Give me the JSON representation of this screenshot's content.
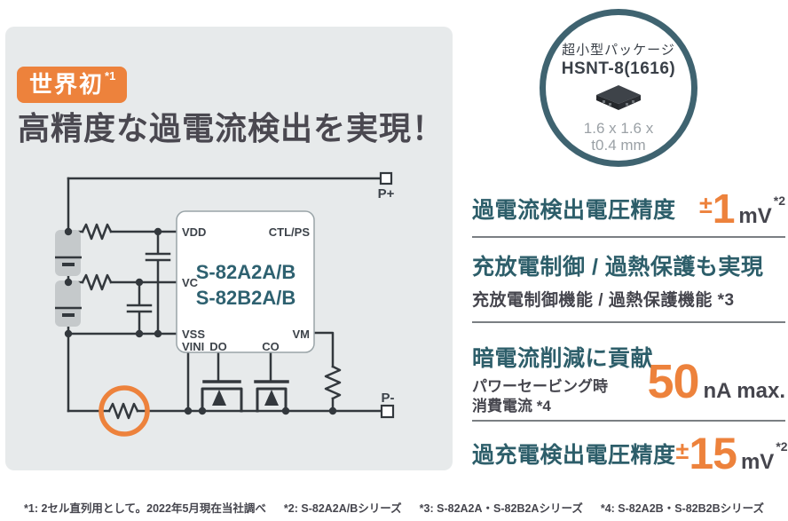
{
  "badge": {
    "label": "世界初",
    "footnote_ref": "*1"
  },
  "headline": "高精度な過電流検出を実現！",
  "package_badge": {
    "title": "超小型パッケージ",
    "name": "HSNT-8(1616)",
    "dimensions_line1": "1.6 x 1.6 x",
    "dimensions_line2": "t0.4 mm"
  },
  "circuit": {
    "ic_label_line1": "S-82A2A/B",
    "ic_label_line2": "S-82B2A/B",
    "pin_vdd": "VDD",
    "pin_ctlps": "CTL/PS",
    "pin_vc": "VC",
    "pin_vss": "VSS",
    "pin_vini": "VINI",
    "pin_do": "DO",
    "pin_co": "CO",
    "pin_vm": "VM",
    "terminal_positive": "P+",
    "terminal_negative": "P-"
  },
  "features": [
    {
      "title": "過電流検出電圧精度",
      "sign": "±",
      "value": "1",
      "unit": "mV",
      "footnote_ref": "*2"
    },
    {
      "title": "充放電制御 / 過熱保護も実現",
      "subtitle": "充放電制御機能 / 過熱保護機能 *3"
    },
    {
      "title": "暗電流削減に貢献",
      "subtitle_line1": "パワーセービング時",
      "subtitle_line2": "消費電流 *4",
      "value": "50",
      "unit": "nA max."
    },
    {
      "title": "過充電検出電圧精度",
      "sign": "±",
      "value": "15",
      "unit": "mV",
      "footnote_ref": "*2"
    }
  ],
  "footnotes": [
    "*1: 2セル直列用として。2022年5月現在当社調べ",
    "*2: S-82A2A/Bシリーズ",
    "*3: S-82A2A・S-82B2Aシリーズ",
    "*4: S-82A2B・S-82B2Bシリーズ"
  ],
  "colors": {
    "accent_orange": "#ED823C",
    "teal_text": "#2D5E6A",
    "teal_ring": "#3F6370",
    "dark_text": "#45454D",
    "panel_bg": "#E7EAEB"
  }
}
